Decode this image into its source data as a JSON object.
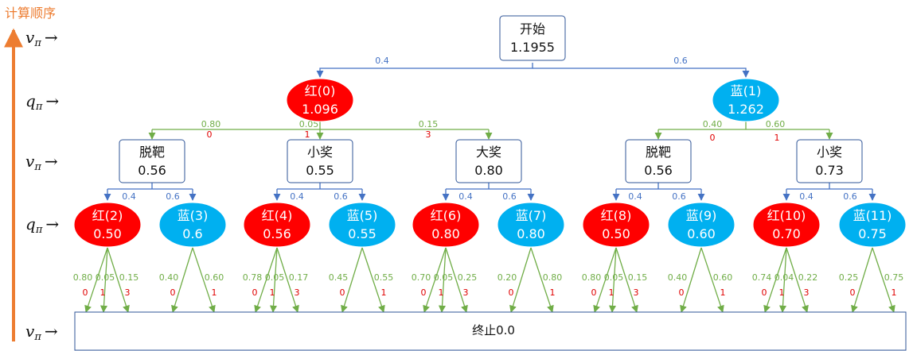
{
  "axis": {
    "title": "计算顺序",
    "color": "#ED7D31"
  },
  "row_labels": [
    {
      "var": "v",
      "sub": "π",
      "arrow": "→"
    },
    {
      "var": "q",
      "sub": "π",
      "arrow": "→"
    },
    {
      "var": "v",
      "sub": "π",
      "arrow": "→"
    },
    {
      "var": "q",
      "sub": "π",
      "arrow": "→"
    },
    {
      "var": "v",
      "sub": "π",
      "arrow": "→"
    }
  ],
  "colors": {
    "red": "#FF0000",
    "blue": "#00B0F0",
    "edge_blue": "#4472C4",
    "edge_green": "#70AD47",
    "action_red": "#E00000",
    "box_border": "#2F5597"
  },
  "start": {
    "line1": "开始",
    "line2": "1.1955"
  },
  "level1": [
    {
      "name": "红(0)",
      "value": "1.096",
      "color": "red",
      "prob": "0.4"
    },
    {
      "name": "蓝(1)",
      "value": "1.262",
      "color": "blue",
      "prob": "0.6"
    }
  ],
  "level2": [
    {
      "name": "脱靶",
      "value": "0.56",
      "prob": "0.80",
      "action": "0"
    },
    {
      "name": "小奖",
      "value": "0.55",
      "prob": "0.05",
      "action": "1"
    },
    {
      "name": "大奖",
      "value": "0.80",
      "prob": "0.15",
      "action": "3"
    },
    {
      "name": "脱靶",
      "value": "0.56",
      "prob": "0.40",
      "action": "0"
    },
    {
      "name": "小奖",
      "value": "0.73",
      "prob": "0.60",
      "action": "1"
    }
  ],
  "level3_prob_labels": [
    "0.4",
    "0.6"
  ],
  "level3": [
    {
      "name": "红(2)",
      "value": "0.50",
      "color": "red",
      "probs": [
        "0.80",
        "0.05",
        "0.15"
      ],
      "actions": [
        "0",
        "1",
        "3"
      ]
    },
    {
      "name": "蓝(3)",
      "value": "0.6",
      "color": "blue",
      "probs": [
        "0.40",
        "0.60"
      ],
      "actions": [
        "0",
        "1"
      ]
    },
    {
      "name": "红(4)",
      "value": "0.56",
      "color": "red",
      "probs": [
        "0.78",
        "0.05",
        "0.17"
      ],
      "actions": [
        "0",
        "1",
        "3"
      ]
    },
    {
      "name": "蓝(5)",
      "value": "0.55",
      "color": "blue",
      "probs": [
        "0.45",
        "0.55"
      ],
      "actions": [
        "0",
        "1"
      ]
    },
    {
      "name": "红(6)",
      "value": "0.80",
      "color": "red",
      "probs": [
        "0.70",
        "0.05",
        "0.25"
      ],
      "actions": [
        "0",
        "1",
        "3"
      ]
    },
    {
      "name": "蓝(7)",
      "value": "0.80",
      "color": "blue",
      "probs": [
        "0.20",
        "0.80"
      ],
      "actions": [
        "0",
        "1"
      ]
    },
    {
      "name": "红(8)",
      "value": "0.50",
      "color": "red",
      "probs": [
        "0.80",
        "0.05",
        "0.15"
      ],
      "actions": [
        "0",
        "1",
        "3"
      ]
    },
    {
      "name": "蓝(9)",
      "value": "0.60",
      "color": "blue",
      "probs": [
        "0.40",
        "0.60"
      ],
      "actions": [
        "0",
        "1"
      ]
    },
    {
      "name": "红(10)",
      "value": "0.70",
      "color": "red",
      "probs": [
        "0.74",
        "0.04",
        "0.22"
      ],
      "actions": [
        "0",
        "1",
        "3"
      ]
    },
    {
      "name": "蓝(11)",
      "value": "0.75",
      "color": "blue",
      "probs": [
        "0.25",
        "0.75"
      ],
      "actions": [
        "0",
        "1"
      ]
    }
  ],
  "terminal": {
    "label": "终止0.0"
  }
}
